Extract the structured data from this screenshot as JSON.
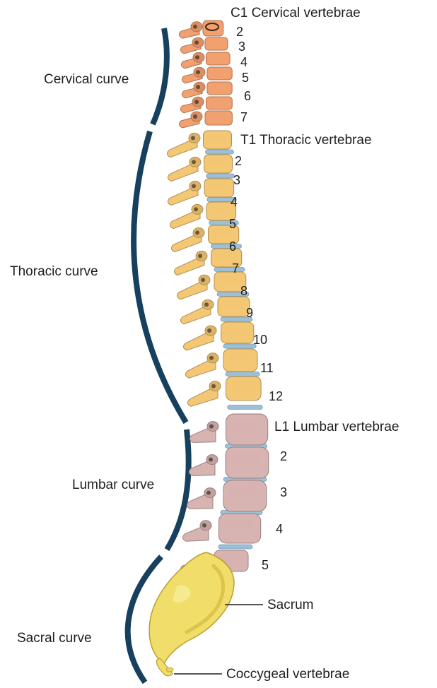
{
  "curves": {
    "cervical": "Cervical curve",
    "thoracic": "Thoracic curve",
    "lumbar": "Lumbar curve",
    "sacral": "Sacral curve"
  },
  "vertebrae": {
    "cervical_title": "C1 Cervical vertebrae",
    "cervical_numbers": [
      "2",
      "3",
      "4",
      "5",
      "6",
      "7"
    ],
    "thoracic_title": "T1 Thoracic vertebrae",
    "thoracic_numbers": [
      "2",
      "3",
      "4",
      "5",
      "6",
      "7",
      "8",
      "9",
      "10",
      "11",
      "12"
    ],
    "lumbar_title": "L1 Lumbar vertebrae",
    "lumbar_numbers": [
      "2",
      "3",
      "4",
      "5"
    ],
    "sacrum": "Sacrum",
    "coccyx": "Coccygeal vertebrae"
  },
  "colors": {
    "cervical": "#f2a070",
    "thoracic": "#f3c774",
    "lumbar": "#d7b3b1",
    "sacral": "#f1de6a",
    "disc": "#9cc0d8",
    "curve_line": "#17405e"
  }
}
